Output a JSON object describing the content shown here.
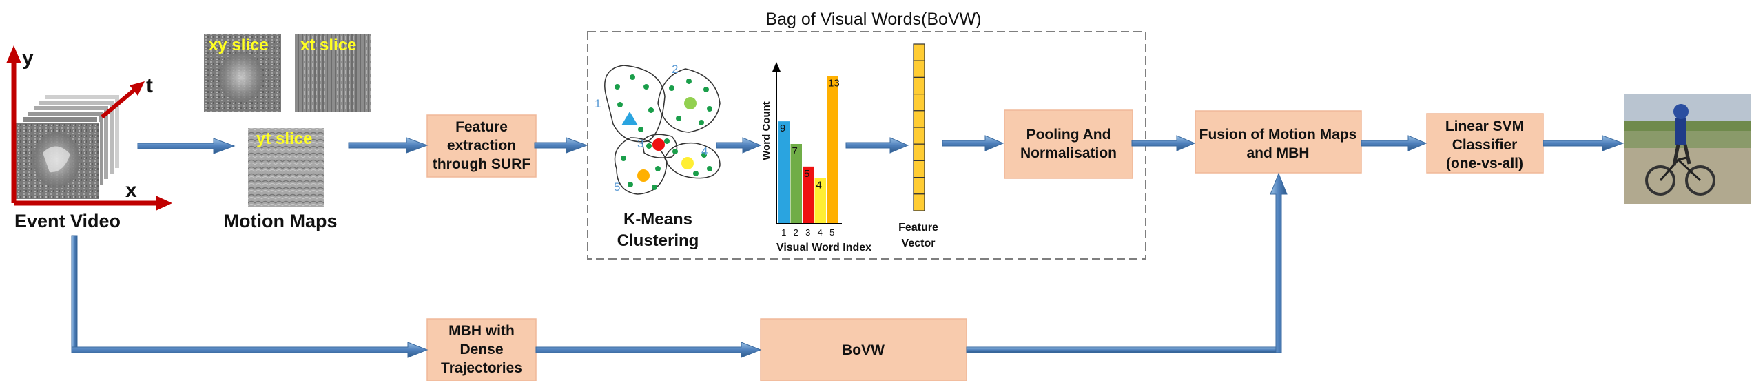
{
  "title": "Bag of Visual Words(BoVW)",
  "input": {
    "label": "Event Video",
    "axis_y": "y",
    "axis_t": "t",
    "axis_x": "x"
  },
  "motion_maps": {
    "label": "Motion Maps",
    "slices": [
      "xy slice",
      "xt slice",
      "yt slice"
    ]
  },
  "boxes": {
    "feature_extraction": [
      "Feature",
      "extraction",
      "through SURF"
    ],
    "pooling": [
      "Pooling And",
      "Normalisation"
    ],
    "fusion": [
      "Fusion of Motion Maps",
      "and MBH"
    ],
    "svm": [
      "Linear SVM",
      "Classifier",
      "(one-vs-all)"
    ],
    "mbh": [
      "MBH with",
      "Dense",
      "Trajectories"
    ],
    "bovw": [
      "BoVW"
    ]
  },
  "kmeans": {
    "label": [
      "K-Means",
      "Clustering"
    ],
    "cluster_numbers": [
      "1",
      "2",
      "3",
      "4",
      "5"
    ]
  },
  "chart_data": {
    "type": "bar",
    "categories": [
      "1",
      "2",
      "3",
      "4",
      "5"
    ],
    "values": [
      9,
      7,
      5,
      4,
      13
    ],
    "colors": [
      "#2aa4e0",
      "#70ad47",
      "#ee1111",
      "#ffee33",
      "#ffb000"
    ],
    "xlabel": "Visual Word Index",
    "ylabel": "Word Count",
    "ylim": [
      0,
      14
    ]
  },
  "feature_vector": {
    "label": [
      "Feature",
      "Vector"
    ],
    "cells": 10,
    "color": "#ffcc33"
  },
  "colors": {
    "box_fill": "#f8cbad",
    "box_stroke": "#f0b899",
    "arrow": "#4f81bd",
    "axis_red": "#c00000"
  }
}
